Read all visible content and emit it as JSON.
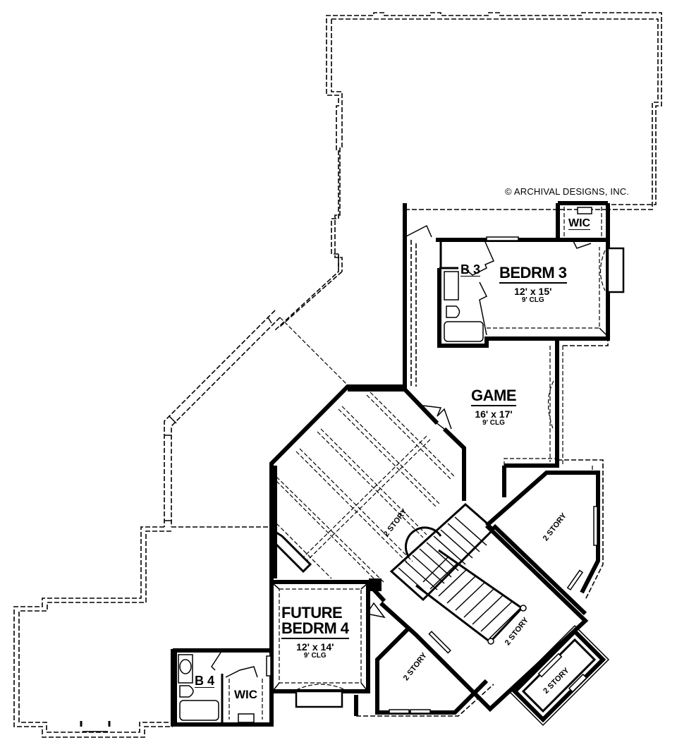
{
  "plan": {
    "copyright": "© ARCHIVAL DESIGNS, INC.",
    "rooms": {
      "bedrm3": {
        "name": "BEDRM 3",
        "dimensions": "12' x 15'",
        "ceiling": "9' CLG"
      },
      "bath3": {
        "name": "B 3"
      },
      "wic_top": {
        "name": "WIC"
      },
      "game": {
        "name": "GAME",
        "dimensions": "16' x 17'",
        "ceiling": "9' CLG"
      },
      "future_bedrm4": {
        "name_line1": "FUTURE",
        "name_line2": "BEDRM 4",
        "dimensions": "12' x 14'",
        "ceiling": "9' CLG"
      },
      "bath4": {
        "name": "B 4"
      },
      "wic_bottom": {
        "name": "WIC"
      }
    },
    "open_to_below": [
      {
        "id": "foyer",
        "label": "2 STORY"
      },
      {
        "id": "east",
        "label": "2 STORY"
      },
      {
        "id": "stair-hall",
        "label": "2 STORY"
      },
      {
        "id": "south",
        "label": "2 STORY"
      },
      {
        "id": "bay",
        "label": "2 STORY"
      }
    ],
    "colors": {
      "ink": "#000000",
      "paper": "#ffffff"
    }
  }
}
